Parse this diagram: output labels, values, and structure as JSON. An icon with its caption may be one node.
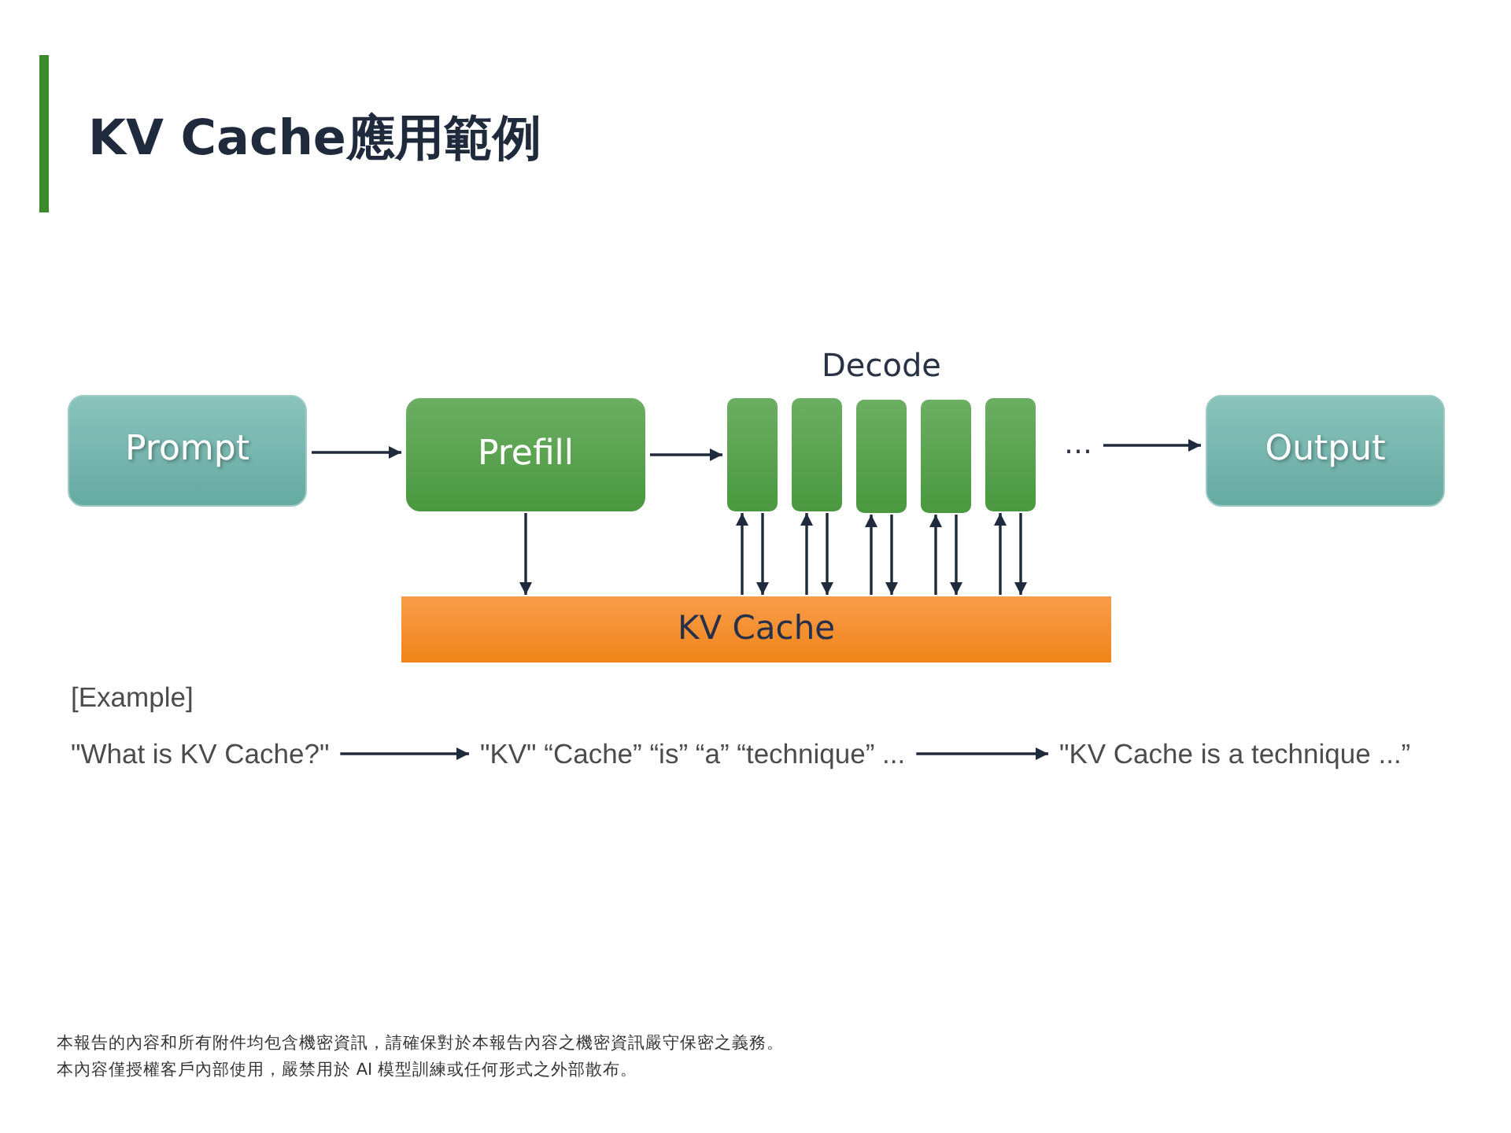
{
  "diagram": {
    "title": "KV Cache應用範例",
    "nodes": [
      {
        "text": [
          "Prompt"
        ]
      },
      {
        "text": [
          "Prefill"
        ]
      },
      {
        "text": [],
        "shape": "box"
      },
      {
        "text": [],
        "shape": "box"
      },
      {
        "text": [],
        "shape": "box"
      },
      {
        "text": [],
        "shape": "box"
      },
      {
        "text": [],
        "shape": "box"
      },
      {
        "text": [
          "…"
        ]
      },
      {
        "text": [
          "Output"
        ]
      },
      {
        "text": [
          "KV Cache"
        ]
      },
      {
        "text": [
          "\"What is KV Cache?\""
        ]
      },
      {
        "text": [
          "\"KV\" “Cache” “is” “a” “technique” ..."
        ]
      },
      {
        "text": [
          "\"KV Cache is a technique ...”"
        ]
      }
    ],
    "edges": [
      {
        "from": 0,
        "to": 1,
        "arrow": "to"
      },
      {
        "from": 1,
        "to": 2,
        "arrow": "to"
      },
      {
        "from": 1,
        "to": 9,
        "arrow": "to"
      },
      {
        "from": 9,
        "to": 2,
        "arrow": "to"
      },
      {
        "from": 2,
        "to": 9,
        "arrow": "to"
      },
      {
        "from": 9,
        "to": 3,
        "arrow": "to"
      },
      {
        "from": 3,
        "to": 9,
        "arrow": "to"
      },
      {
        "from": 9,
        "to": 4,
        "arrow": "to"
      },
      {
        "from": 4,
        "to": 9,
        "arrow": "to"
      },
      {
        "from": 9,
        "to": 5,
        "arrow": "to"
      },
      {
        "from": 5,
        "to": 9,
        "arrow": "to"
      },
      {
        "from": 9,
        "to": 6,
        "arrow": "to"
      },
      {
        "from": 6,
        "to": 9,
        "arrow": "to"
      },
      {
        "from": 7,
        "to": 8,
        "arrow": "to"
      },
      {
        "from": 10,
        "to": 11,
        "arrow": "to"
      },
      {
        "from": 11,
        "to": 12,
        "arrow": "to"
      }
    ],
    "labels": [
      "Decode",
      "[Example]",
      "本報告的內容和所有附件均包含機密資訊，請確保對於本報告內容之機密資訊嚴守保密之義務。",
      "本內容僅授權客戶內部使用，嚴禁用於 AI 模型訓練或任何形式之外部散布。"
    ]
  }
}
